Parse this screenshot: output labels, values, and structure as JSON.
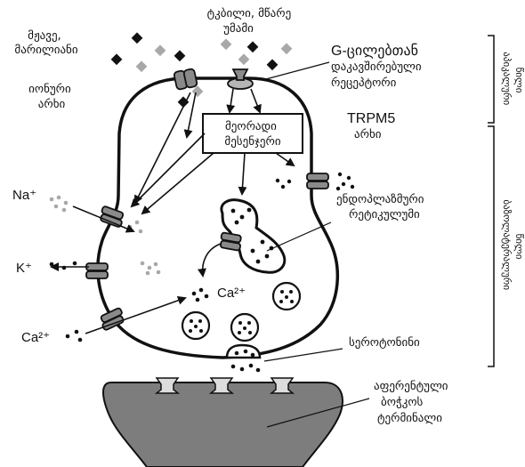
{
  "labels": {
    "sour_salty": [
      "მჟავე,",
      "მარილიანი"
    ],
    "sweet_bitter_umami": [
      "ტკბილი, მწარე",
      "უმამი"
    ],
    "ion_channel": [
      "იონური",
      "არხი"
    ],
    "gpcr": [
      "G-ცილებთან",
      "დაკავშირებული",
      "რეცეპტორი"
    ],
    "second_messengers": [
      "მეორადი",
      "მესენჯერი"
    ],
    "trpm5": "TRPM5",
    "trpm5_channel": "არხი",
    "er": [
      "ენდოპლაზმური",
      "რეტიკულუმი"
    ],
    "na": "Na⁺",
    "k": "K⁺",
    "ca_inside": "Ca²⁺",
    "ca_outside": "Ca²⁺",
    "serotonin": "სეროტონინი",
    "afferent": [
      "აფერენტული",
      "ბოჭკოს",
      "ტერმინალი"
    ],
    "apical": [
      "აპიკალური",
      "წილი"
    ],
    "basolateral": [
      "ბაზოლატერალური",
      "წილი"
    ]
  },
  "colors": {
    "stroke": "#111111",
    "channel": "#8a8a8a",
    "terminal": "#7d7d7d",
    "grey_particle": "#a8a8a8"
  }
}
